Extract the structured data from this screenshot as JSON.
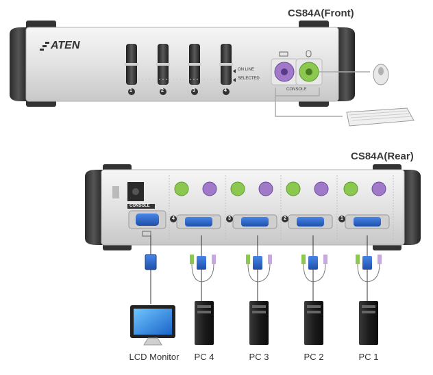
{
  "front_title": "CS84A(Front)",
  "rear_title": "CS84A(Rear)",
  "brand": "ATEN",
  "front": {
    "port_numbers": [
      "1",
      "2",
      "3",
      "4"
    ],
    "indicators": [
      "ON LINE",
      "SELECTED"
    ],
    "console_label": "CONSOLE"
  },
  "rear": {
    "console_label": "CONSOLE",
    "port_numbers": [
      "4",
      "3",
      "2",
      "1"
    ]
  },
  "devices": {
    "monitor": "LCD Monitor",
    "pcs": [
      "PC 4",
      "PC 3",
      "PC 2",
      "PC 1"
    ]
  },
  "colors": {
    "vga_blue": "#2a62c8",
    "ps2_green": "#8cc850",
    "ps2_purple": "#a079c8",
    "chassis": "#d8d8d8"
  }
}
